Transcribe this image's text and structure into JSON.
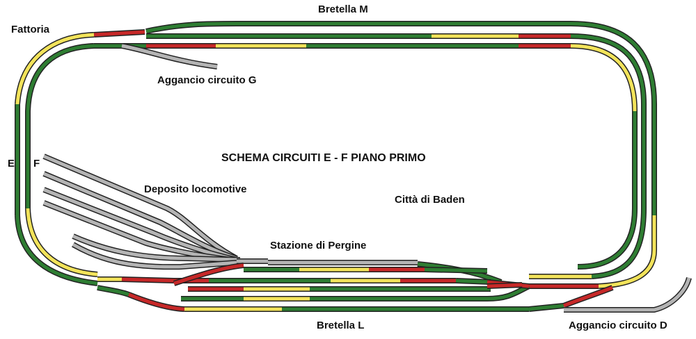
{
  "labels": {
    "title": "SCHEMA CIRCUITI E - F  PIANO PRIMO",
    "bretella_m": "Bretella M",
    "fattoria": "Fattoria",
    "aggancio_g": "Aggancio circuito G",
    "circuit_e": "E",
    "circuit_f": "F",
    "deposito": "Deposito locomotive",
    "citta": "Città di Baden",
    "stazione": "Stazione di Pergine",
    "bretella_l": "Bretella L",
    "aggancio_d": "Aggancio circuito D"
  },
  "colors": {
    "green": "#2e7d32",
    "yellow": "#f2e35a",
    "red": "#c62828",
    "gray": "#b4b4b4",
    "outline": "#222222"
  }
}
